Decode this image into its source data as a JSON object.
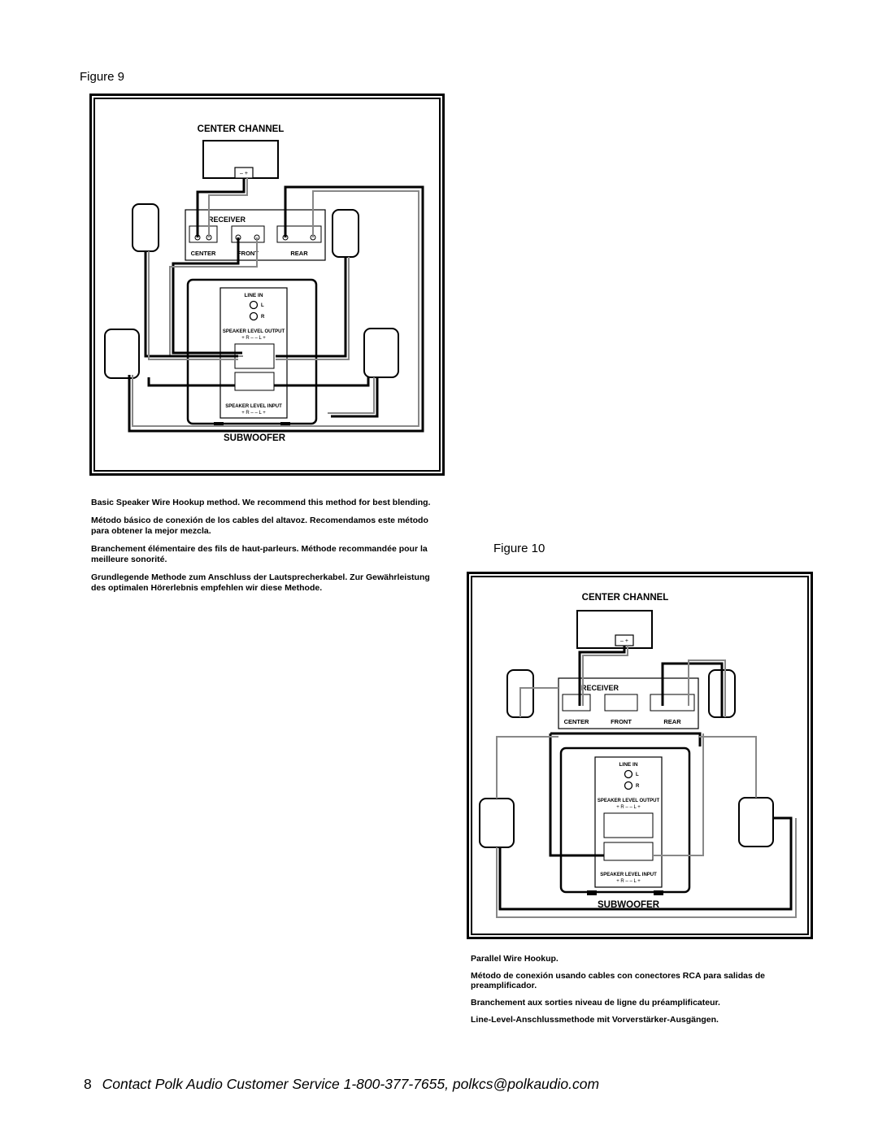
{
  "figure9": {
    "title": "Figure 9",
    "diagram": {
      "center_channel": "CENTER CHANNEL",
      "receiver": "RECEIVER",
      "center": "CENTER",
      "front": "FRONT",
      "rear": "REAR",
      "subwoofer": "SUBWOOFER",
      "line_in": "LINE IN",
      "speaker_level_output": "SPEAKER LEVEL OUTPUT",
      "speaker_level_input": "SPEAKER LEVEL INPUT",
      "polarity": "+ R –   – L +",
      "l": "L",
      "r": "R"
    },
    "captions": [
      "Basic Speaker Wire Hookup method. We recommend this method for best blending.",
      "Método básico de conexión de los cables del altavoz. Recomendamos este método para obtener la mejor mezcla.",
      "Branchement élémentaire des fils de haut-parleurs. Méthode recommandée pour la meilleure sonorité.",
      "Grundlegende Methode zum Anschluss der Lautsprecherkabel. Zur Gewährleistung des optimalen Hörerlebnis empfehlen wir diese Methode."
    ]
  },
  "figure10": {
    "title": "Figure 10",
    "diagram": {
      "center_channel": "CENTER CHANNEL",
      "receiver": "RECEIVER",
      "center": "CENTER",
      "front": "FRONT",
      "rear": "REAR",
      "subwoofer": "SUBWOOFER",
      "line_in": "LINE IN",
      "speaker_level_output": "SPEAKER LEVEL OUTPUT",
      "speaker_level_input": "SPEAKER LEVEL INPUT",
      "polarity": "+ R –   – L +",
      "l": "L",
      "r": "R"
    },
    "captions": [
      "Parallel Wire Hookup.",
      "Método de conexión usando cables con conectores RCA para salidas de preamplificador.",
      "Branchement aux sorties niveau de ligne du préamplificateur.",
      "Line-Level-Anschlussmethode mit Vorverstärker-Ausgängen."
    ]
  },
  "footer": {
    "page_number": "8",
    "text": "Contact Polk Audio Customer Service 1-800-377-7655, polkcs@polkaudio.com"
  }
}
